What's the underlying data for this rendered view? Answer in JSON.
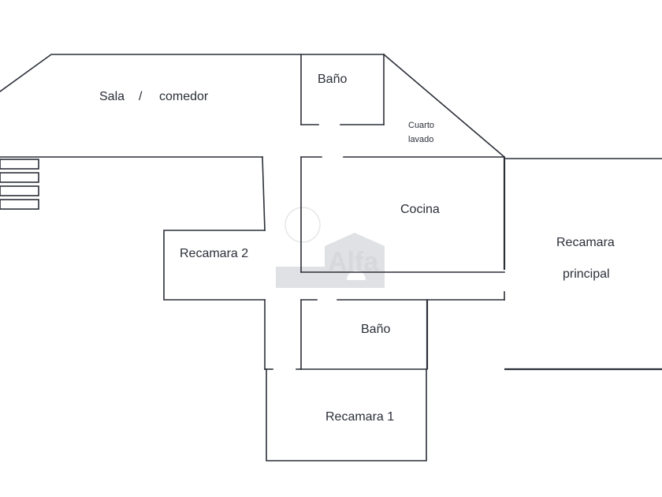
{
  "rooms": {
    "sala_a": "Sala",
    "sala_sep": "/",
    "sala_b": "comedor",
    "bano_top": "Baño",
    "cuarto_a": "Cuarto",
    "cuarto_b": "lavado",
    "cocina": "Cocina",
    "recamara2": "Recamara 2",
    "principal_a": "Recamara",
    "principal_b": "principal",
    "bano_mid": "Baño",
    "recamara1": "Recamara 1"
  },
  "watermark": {
    "text": "Alfa",
    "color": "#d2d4d8"
  },
  "colors": {
    "wall": "#2b2f38",
    "background": "#ffffff"
  }
}
